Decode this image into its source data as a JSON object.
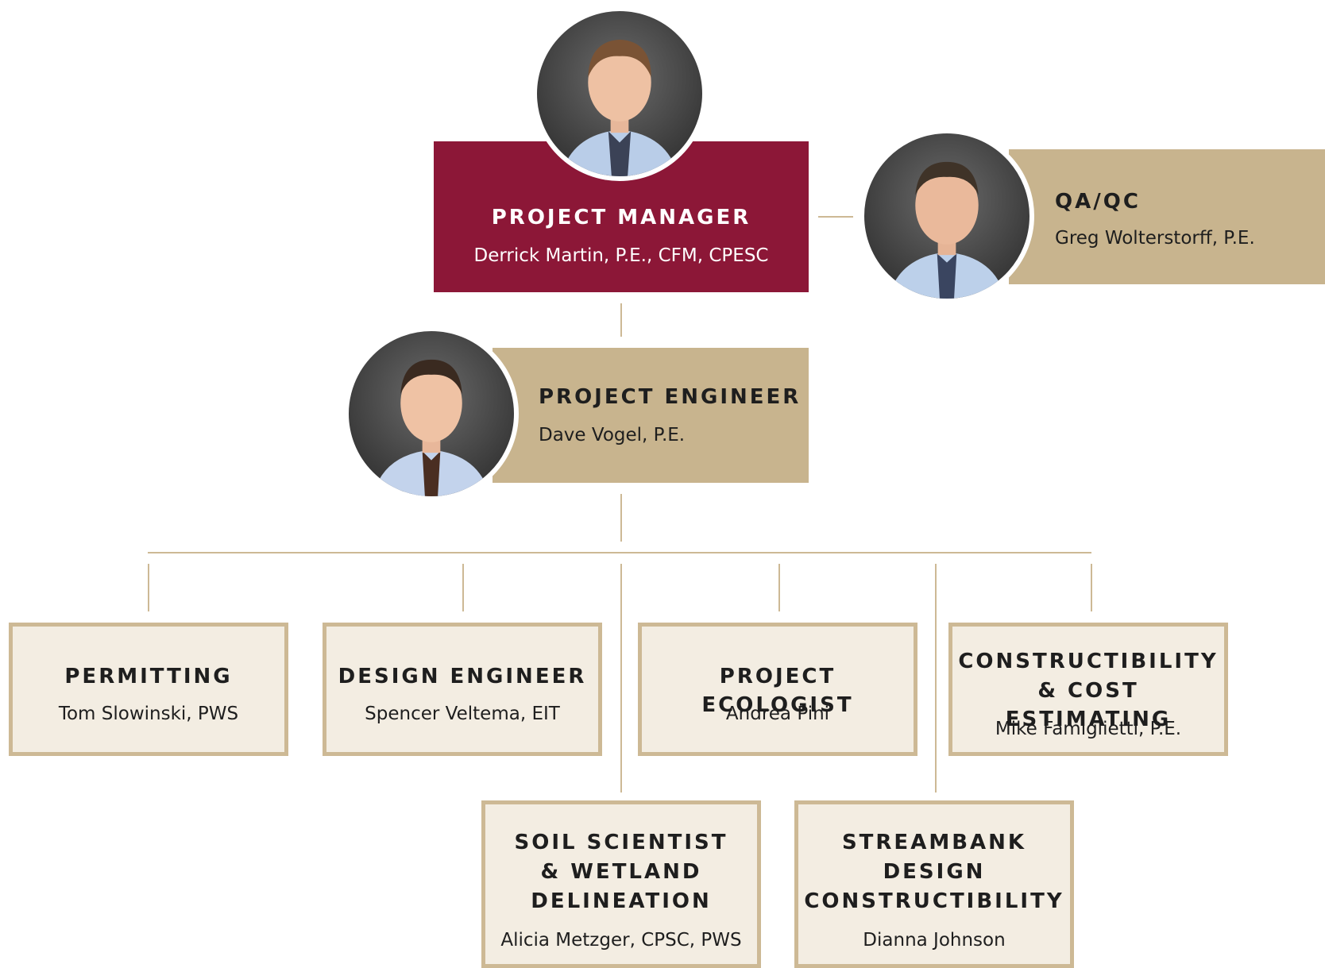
{
  "project_manager": {
    "role": "PROJECT MANAGER",
    "name": "Derrick Martin, P.E., CFM, CPESC"
  },
  "qa_qc": {
    "role": "QA/QC",
    "name": "Greg Wolterstorff, P.E."
  },
  "project_engineer": {
    "role": "PROJECT ENGINEER",
    "name": "Dave Vogel, P.E."
  },
  "teams": [
    {
      "role": [
        "PERMITTING"
      ],
      "name": "Tom Slowinski, PWS"
    },
    {
      "role": [
        "DESIGN ENGINEER"
      ],
      "name": "Spencer Veltema, EIT"
    },
    {
      "role": [
        "PROJECT ECOLOGIST"
      ],
      "name": "Andrea Pini"
    },
    {
      "role": [
        "CONSTRUCTIBILITY",
        "& COST ESTIMATING"
      ],
      "name": "Mike Famiglietti, P.E."
    },
    {
      "role": [
        "SOIL SCIENTIST",
        "& WETLAND",
        "DELINEATION"
      ],
      "name": "Alicia Metzger, CPSC, PWS"
    },
    {
      "role": [
        "STREAMBANK",
        "DESIGN",
        "CONSTRUCTIBILITY"
      ],
      "name": "Dianna Johnson"
    }
  ],
  "colors": {
    "maroon": "#8c1737",
    "tan": "#c8b48e",
    "tan_line": "#cdb995",
    "cream": "#f3ede2"
  }
}
